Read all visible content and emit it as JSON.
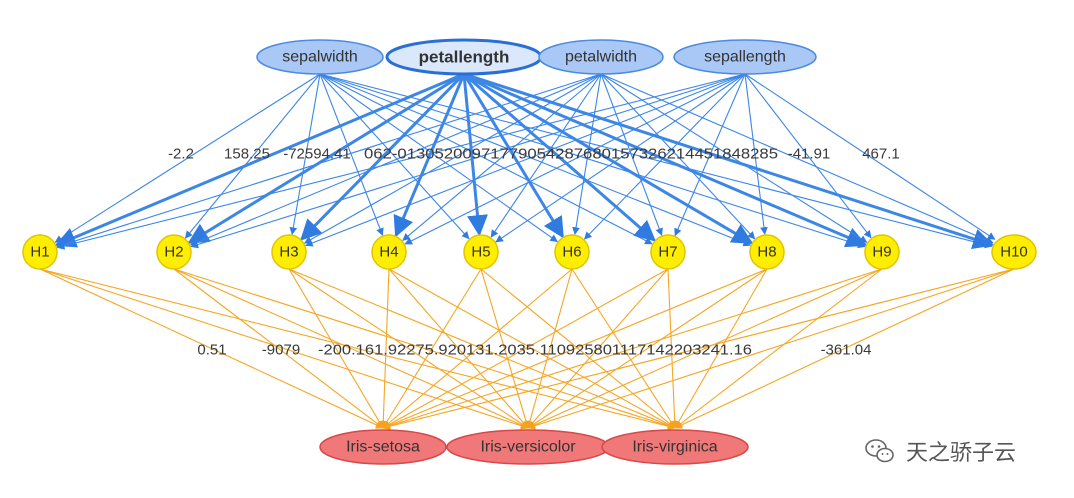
{
  "colors": {
    "input_fill": "#a9c8f5",
    "input_stroke": "#4a8be0",
    "input_selected_fill": "#dbe8fb",
    "input_selected_stroke": "#2a6fd6",
    "hidden_fill": "#ffee00",
    "hidden_stroke": "#e0c400",
    "output_fill": "#f07878",
    "output_stroke": "#d84848",
    "edge_blue": "#3c86e6",
    "edge_orange": "#f5a623"
  },
  "input_nodes": [
    {
      "id": "sepalwidth",
      "label": "sepalwidth",
      "selected": false
    },
    {
      "id": "petallength",
      "label": "petallength",
      "selected": true
    },
    {
      "id": "petalwidth",
      "label": "petalwidth",
      "selected": false
    },
    {
      "id": "sepallength",
      "label": "sepallength",
      "selected": false
    }
  ],
  "hidden_nodes": [
    {
      "id": "H1",
      "label": "H1"
    },
    {
      "id": "H2",
      "label": "H2"
    },
    {
      "id": "H3",
      "label": "H3"
    },
    {
      "id": "H4",
      "label": "H4"
    },
    {
      "id": "H5",
      "label": "H5"
    },
    {
      "id": "H6",
      "label": "H6"
    },
    {
      "id": "H7",
      "label": "H7"
    },
    {
      "id": "H8",
      "label": "H8"
    },
    {
      "id": "H9",
      "label": "H9"
    },
    {
      "id": "H10",
      "label": "H10"
    }
  ],
  "output_nodes": [
    {
      "id": "setosa",
      "label": "Iris-setosa"
    },
    {
      "id": "versicolor",
      "label": "Iris-versicolor"
    },
    {
      "id": "virginica",
      "label": "Iris-virginica"
    }
  ],
  "upper_edge_labels": [
    "-2.2",
    "158.25",
    "-72594.41",
    "062-01305200971779054287680157326214451848285",
    "-41.91",
    "467.1"
  ],
  "lower_edge_labels": [
    "0.51",
    "-9079",
    "-200.161.92275.920131.2035.110925801117142203241.16",
    "-361.04"
  ],
  "watermark": {
    "text": "天之骄子云",
    "icon": "wechat-icon"
  }
}
